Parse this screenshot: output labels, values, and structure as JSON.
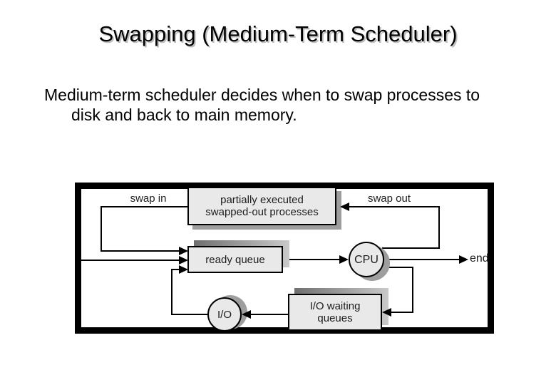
{
  "slide": {
    "title": "Swapping (Medium-Term Scheduler)",
    "body": {
      "line1": "Medium-term scheduler decides when to swap processes to",
      "line2": "disk and back to main memory."
    }
  },
  "diagram": {
    "labels": {
      "swap_in": "swap in",
      "swap_out": "swap out",
      "end": "end"
    },
    "nodes": {
      "swapped_out_processes": {
        "line1": "partially executed",
        "line2": "swapped-out processes"
      },
      "ready_queue": {
        "label": "ready queue"
      },
      "cpu": {
        "label": "CPU"
      },
      "io": {
        "label": "I/O"
      },
      "io_waiting_queues": {
        "line1": "I/O waiting",
        "line2": "queues"
      }
    },
    "colors": {
      "node_fill": "#e9e9e9",
      "node_border": "#000000",
      "shadow": "#9e9e9e",
      "line": "#000000",
      "frame": "#000000"
    }
  }
}
